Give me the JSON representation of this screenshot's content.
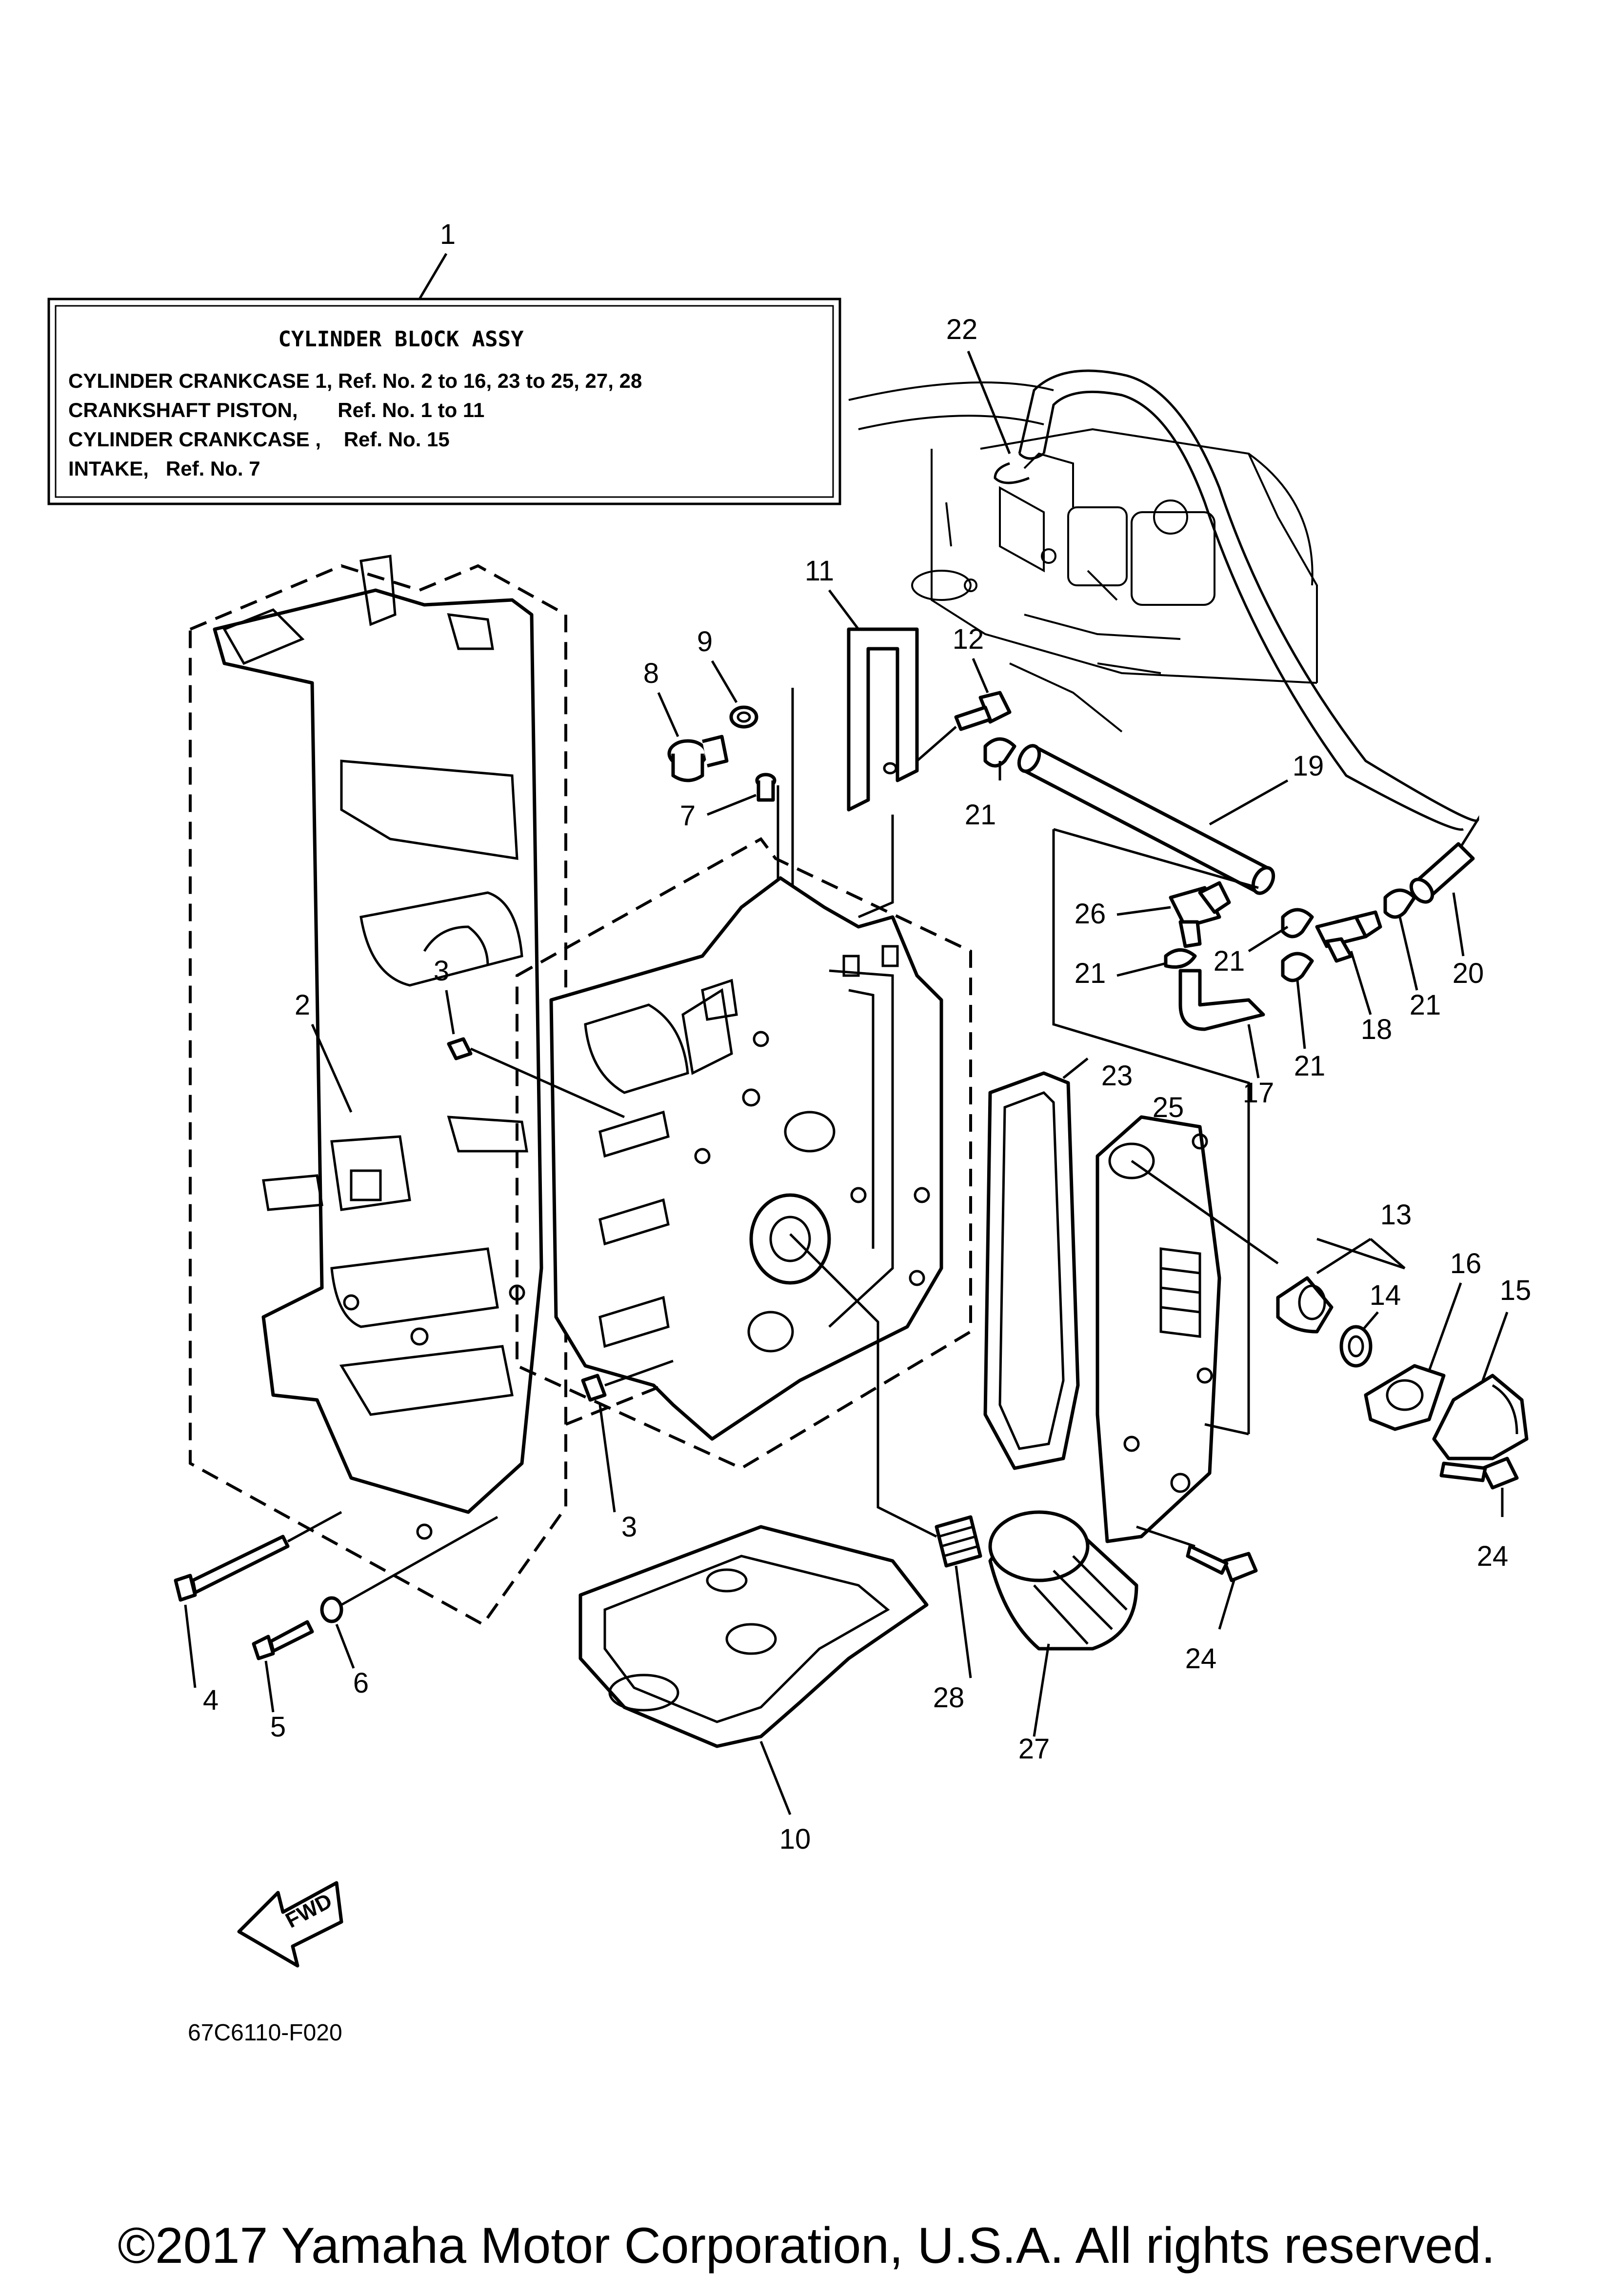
{
  "info_box": {
    "title": "CYLINDER BLOCK ASSY",
    "lines": [
      "CYLINDER CRANKCASE 1, Ref. No. 2 to 16, 23 to 25, 27, 28",
      "CRANKSHAFT PISTON,       Ref. No. 1 to 11",
      "CYLINDER CRANKCASE ,    Ref. No. 15",
      "INTAKE,   Ref. No. 7"
    ]
  },
  "callouts": {
    "c1": "1",
    "c2": "2",
    "c3a": "3",
    "c3b": "3",
    "c4": "4",
    "c5": "5",
    "c6": "6",
    "c7": "7",
    "c8": "8",
    "c9": "9",
    "c10": "10",
    "c11": "11",
    "c12": "12",
    "c13": "13",
    "c14": "14",
    "c15": "15",
    "c16": "16",
    "c17": "17",
    "c18": "18",
    "c19": "19",
    "c20": "20",
    "c21a": "21",
    "c21b": "21",
    "c21c": "21",
    "c21d": "21",
    "c21e": "21",
    "c22": "22",
    "c23": "23",
    "c24a": "24",
    "c24b": "24",
    "c25": "25",
    "c26": "26",
    "c27": "27",
    "c28": "28"
  },
  "fwd_arrow": {
    "label": "FWD"
  },
  "diagram_code": "67C6110-F020",
  "copyright": "©2017 Yamaha Motor Corporation, U.S.A. All rights reserved."
}
